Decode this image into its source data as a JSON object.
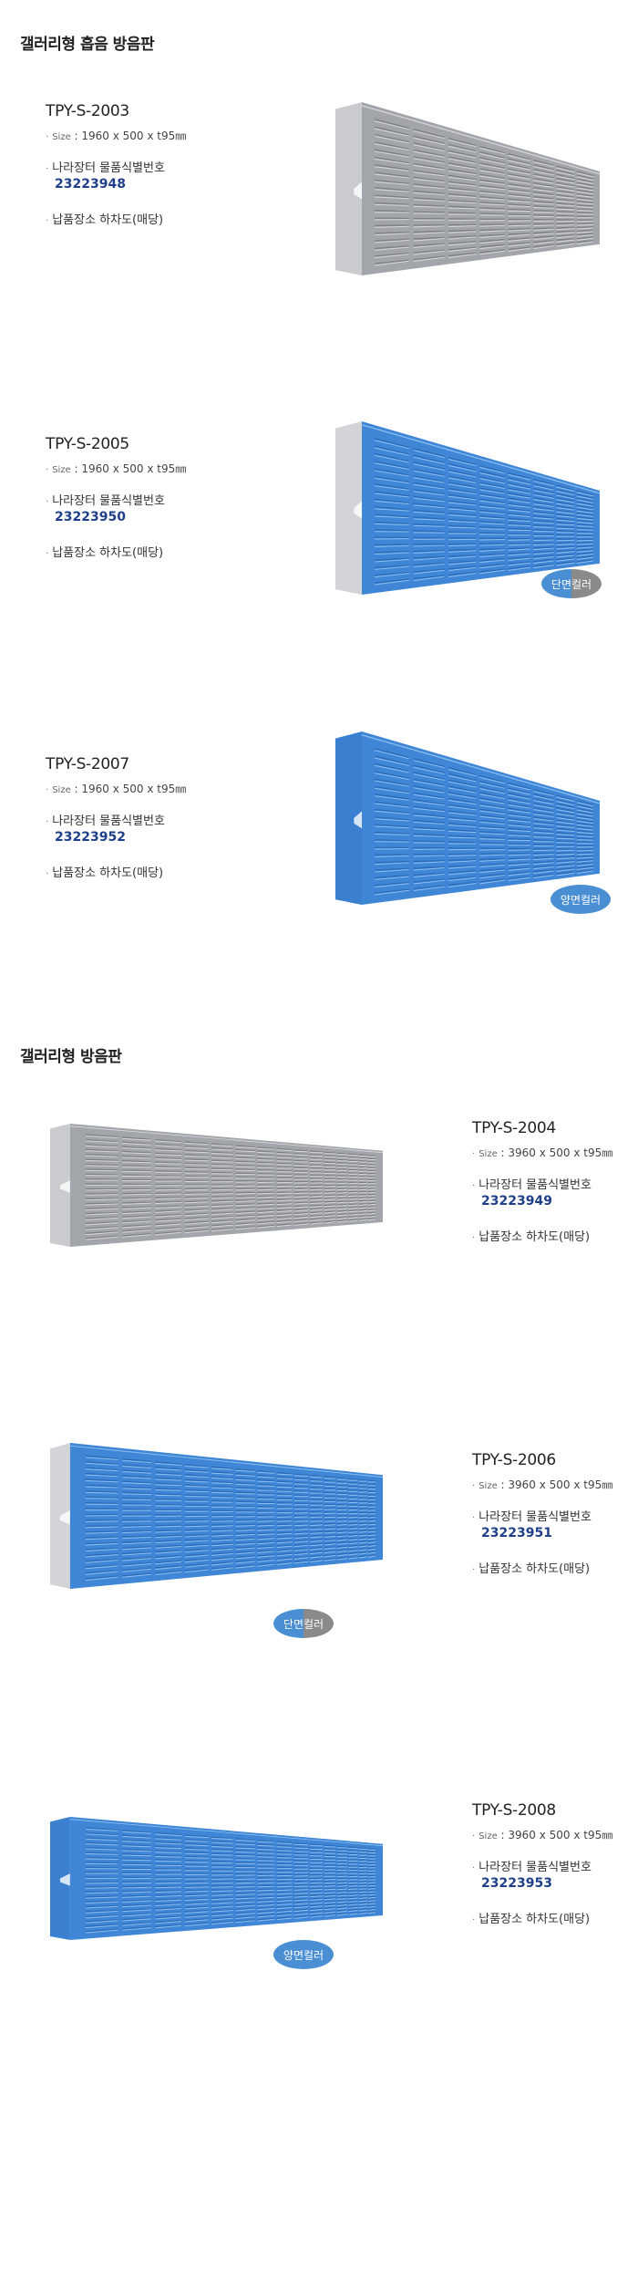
{
  "sections": [
    {
      "title": "갤러리형 흡음 방음판"
    },
    {
      "title": "갤러리형 방음판"
    }
  ],
  "labels": {
    "size_label": "Size",
    "procurement_label": "나라장터 물품식별번호",
    "delivery": "납품장소 하차도(매당)"
  },
  "products": [
    {
      "model": "TPY-S-2003",
      "size": "1960 x 500 x t95㎜",
      "id_number": "23223948",
      "color": "gray",
      "badge": null
    },
    {
      "model": "TPY-S-2005",
      "size": "1960 x 500 x t95㎜",
      "id_number": "23223950",
      "color": "blue-single",
      "badge": "단면컬러"
    },
    {
      "model": "TPY-S-2007",
      "size": "1960 x 500 x t95㎜",
      "id_number": "23223952",
      "color": "blue-double",
      "badge": "양면컬러"
    },
    {
      "model": "TPY-S-2004",
      "size": "3960 x 500 x t95㎜",
      "id_number": "23223949",
      "color": "gray",
      "badge": null
    },
    {
      "model": "TPY-S-2006",
      "size": "3960 x 500 x t95㎜",
      "id_number": "23223951",
      "color": "blue-single",
      "badge": "단면컬러"
    },
    {
      "model": "TPY-S-2008",
      "size": "3960 x 500 x t95㎜",
      "id_number": "23223953",
      "color": "blue-double",
      "badge": "양면컬러"
    }
  ],
  "colors": {
    "gray_face": "#a2a5aa",
    "blue_face": "#3f86d6",
    "number": "#1f3f8a"
  }
}
